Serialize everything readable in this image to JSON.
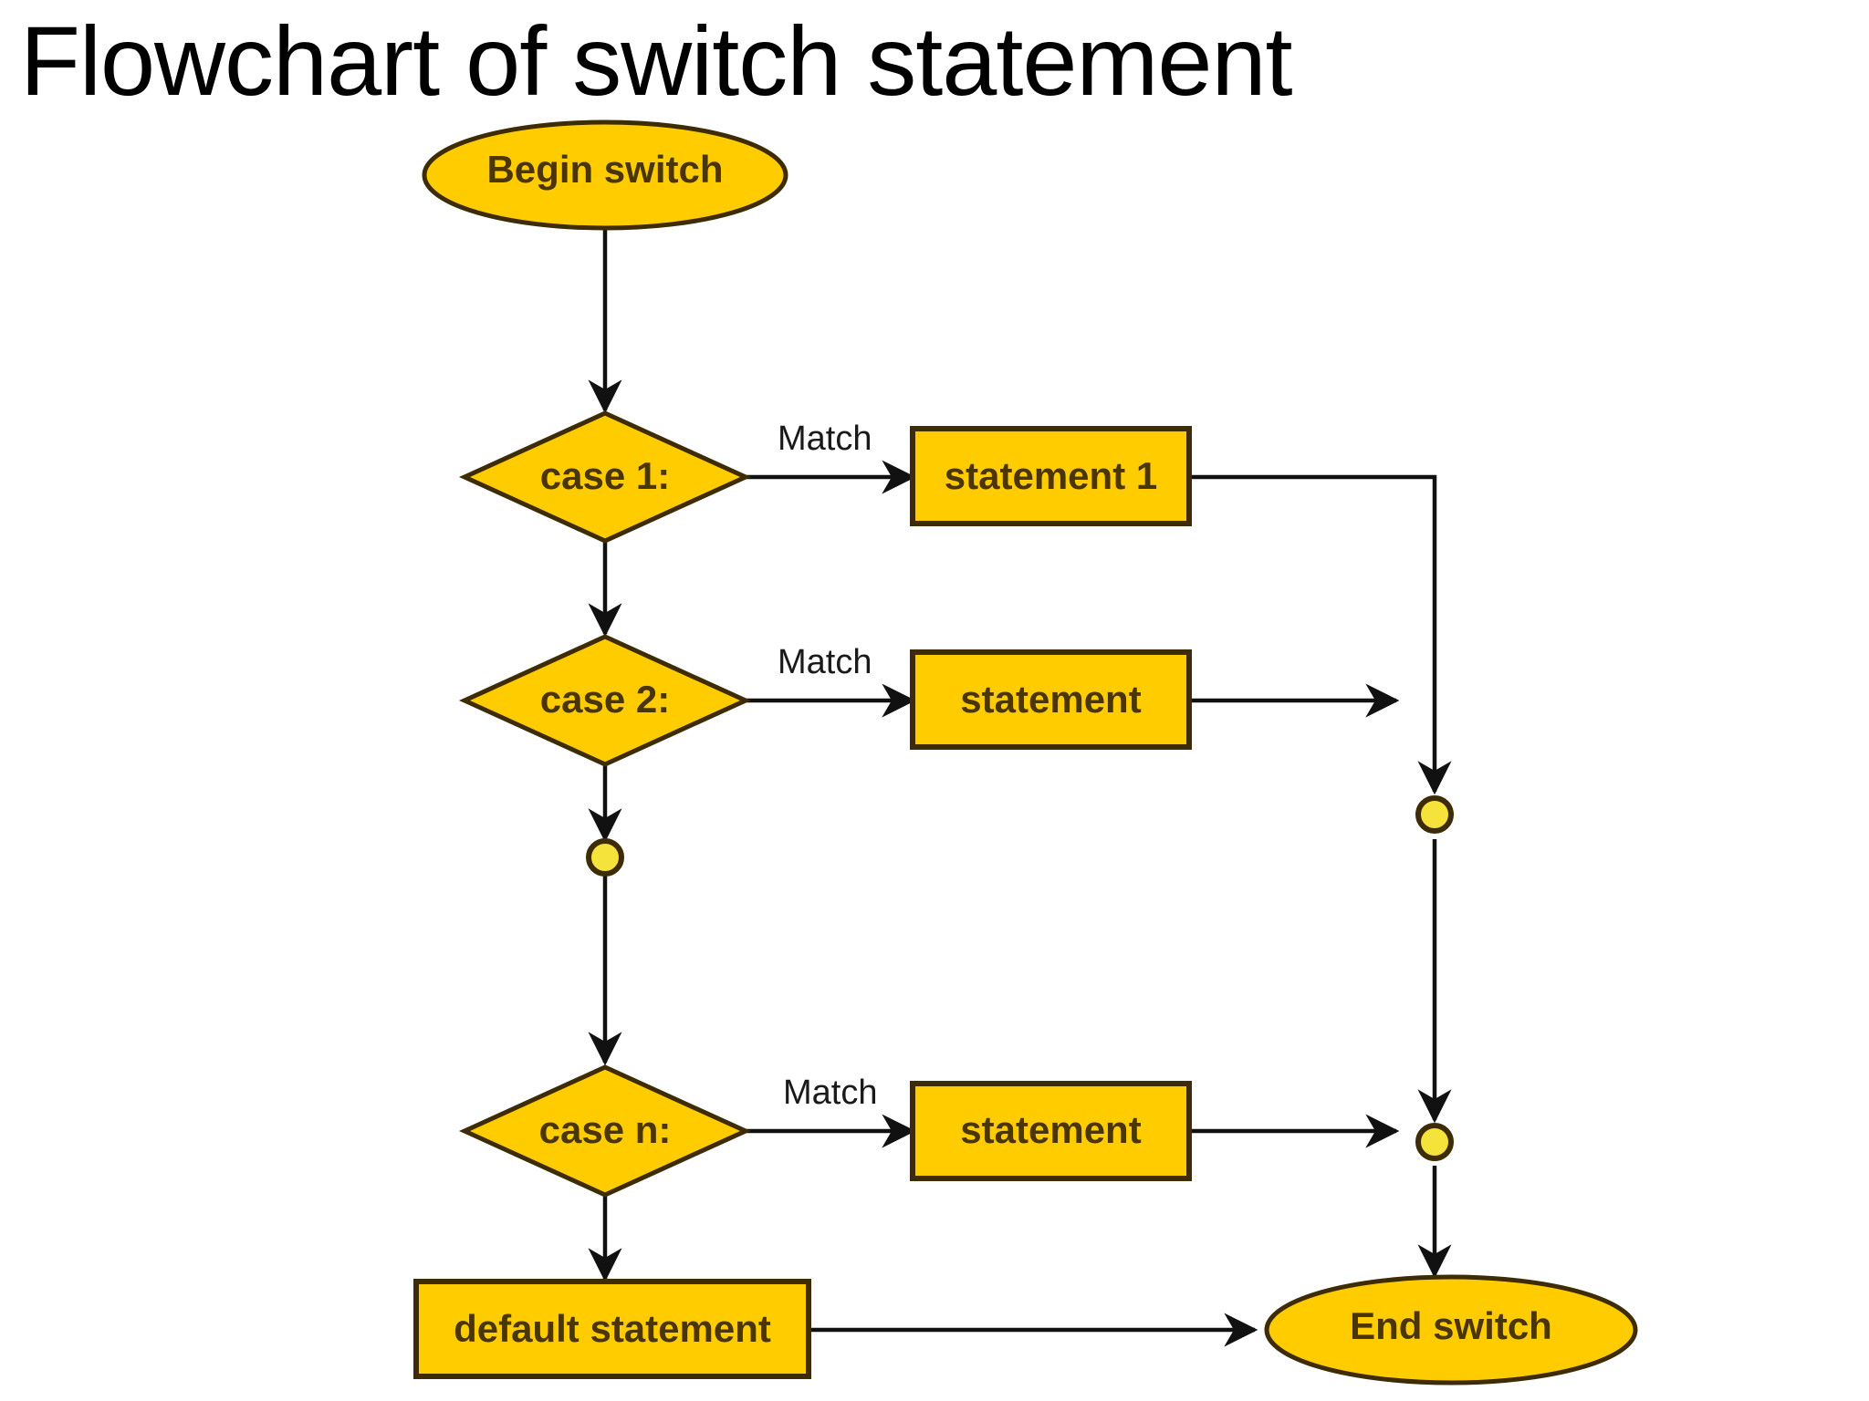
{
  "title": "Flowchart of switch statement",
  "theme": {
    "node_fill": "#FFCC00",
    "node_fill_dark": "#F2B705",
    "node_stroke": "#4a3504",
    "text_color": "#4a3504",
    "line_color": "#1a1a1a",
    "background": "#FFFFFF"
  },
  "flowchart": {
    "type": "flowchart",
    "nodes": [
      {
        "id": "begin",
        "shape": "ellipse",
        "label": "Begin switch"
      },
      {
        "id": "case1",
        "shape": "diamond",
        "label": "case 1:"
      },
      {
        "id": "statement1",
        "shape": "rectangle",
        "label": "statement 1"
      },
      {
        "id": "case2",
        "shape": "diamond",
        "label": "case 2:"
      },
      {
        "id": "statement2",
        "shape": "rectangle",
        "label": "statement"
      },
      {
        "id": "connector1",
        "shape": "circle",
        "label": ""
      },
      {
        "id": "casen",
        "shape": "diamond",
        "label": "case n:"
      },
      {
        "id": "statementn",
        "shape": "rectangle",
        "label": "statement"
      },
      {
        "id": "merge1",
        "shape": "circle",
        "label": ""
      },
      {
        "id": "merge2",
        "shape": "circle",
        "label": ""
      },
      {
        "id": "defaultstmt",
        "shape": "rectangle",
        "label": "default statement"
      },
      {
        "id": "end",
        "shape": "ellipse",
        "label": "End switch"
      }
    ],
    "edge_labels": {
      "case1_match": "Match",
      "case2_match": "Match",
      "casen_match": "Match"
    },
    "edges": [
      {
        "from": "begin",
        "to": "case1",
        "label": ""
      },
      {
        "from": "case1",
        "to": "statement1",
        "label": "Match"
      },
      {
        "from": "case1",
        "to": "case2",
        "label": ""
      },
      {
        "from": "case2",
        "to": "statement2",
        "label": "Match"
      },
      {
        "from": "case2",
        "to": "connector1",
        "label": ""
      },
      {
        "from": "connector1",
        "to": "casen",
        "label": ""
      },
      {
        "from": "casen",
        "to": "statementn",
        "label": "Match"
      },
      {
        "from": "casen",
        "to": "defaultstmt",
        "label": ""
      },
      {
        "from": "statement1",
        "to": "merge1",
        "label": ""
      },
      {
        "from": "statement2",
        "to": "merge1",
        "label": ""
      },
      {
        "from": "merge1",
        "to": "merge2",
        "label": ""
      },
      {
        "from": "statementn",
        "to": "merge2",
        "label": ""
      },
      {
        "from": "merge2",
        "to": "end",
        "label": ""
      },
      {
        "from": "defaultstmt",
        "to": "end",
        "label": ""
      }
    ]
  }
}
